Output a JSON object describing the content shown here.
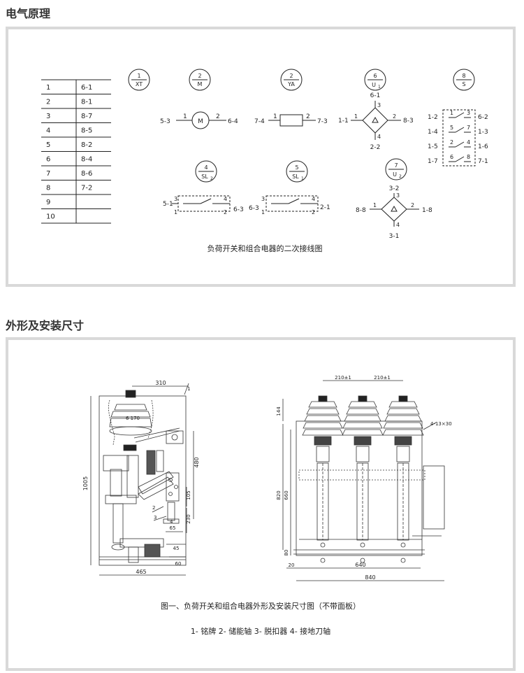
{
  "section1": {
    "title": "电气原理"
  },
  "section2": {
    "title": "外形及安装尺寸"
  },
  "terminal_table": {
    "rows": [
      [
        "1",
        "6-1"
      ],
      [
        "2",
        "8-1"
      ],
      [
        "3",
        "8-7"
      ],
      [
        "4",
        "8-5"
      ],
      [
        "5",
        "8-2"
      ],
      [
        "6",
        "8-4"
      ],
      [
        "7",
        "8-6"
      ],
      [
        "8",
        "7-2"
      ],
      [
        "9",
        ""
      ],
      [
        "10",
        ""
      ]
    ]
  },
  "symbols": {
    "xt": {
      "num": "1",
      "label": "XT"
    },
    "m": {
      "num": "2",
      "label": "M",
      "left": "5-3",
      "t1": "1",
      "center": "M",
      "t2": "2",
      "right": "6-4"
    },
    "ya": {
      "num": "2",
      "label": "YA",
      "left": "7-4",
      "t1": "1",
      "t2": "2",
      "right": "7-3"
    },
    "u1": {
      "num": "6",
      "label": "U",
      "sub": "1",
      "top": "6-1",
      "t3": "3",
      "left": "1-1",
      "t1": "1",
      "t2": "2",
      "right": "8-3",
      "t4": "4",
      "bottom": "2-2"
    },
    "s": {
      "num": "8",
      "label": "S",
      "rows": [
        {
          "l": "1-2",
          "a": "1",
          "b": "3",
          "r": "6-2"
        },
        {
          "l": "1-4",
          "a": "5",
          "b": "7",
          "r": "1-3"
        },
        {
          "l": "1-5",
          "a": "2",
          "b": "4",
          "r": "1-6"
        },
        {
          "l": "1-7",
          "a": "6",
          "b": "8",
          "r": "7-1"
        }
      ]
    },
    "sl2": {
      "num": "4",
      "label": "SL",
      "sub": "2",
      "left": "5-1",
      "t3": "3",
      "t4": "4",
      "t1": "1",
      "t2": "2",
      "right": "6-3"
    },
    "sl1": {
      "num": "5",
      "label": "SL",
      "sub": "1",
      "left": "6-3",
      "t3": "3",
      "t4": "4",
      "t1": "1",
      "t2": "2",
      "right": "2-1"
    },
    "u2": {
      "num": "7",
      "label": "U",
      "sub": "2",
      "top": "3-2",
      "t3": "3",
      "left": "8-8",
      "t1": "1",
      "t2": "2",
      "right": "1-8",
      "t4": "4",
      "bottom": "3-1"
    }
  },
  "caption1": "负荷开关和组合电器的二次接线图",
  "dimensions": {
    "left": {
      "d310": "310",
      "d170": "6 170",
      "d480": "480",
      "d1005": "1005",
      "d105": "105",
      "d230": "230",
      "d65": "65",
      "d45": "45",
      "d60": "60",
      "d465": "465",
      "l1": "1",
      "l2": "2",
      "l3": "3",
      "l4": "4"
    },
    "right": {
      "d210a": "210±1",
      "d210b": "210±1",
      "d144": "144",
      "hole": "4-13×30",
      "d820": "820",
      "d660": "660",
      "d80": "80",
      "d20": "20",
      "d640": "640",
      "d840": "840"
    }
  },
  "caption2": "图一、负荷开关和组合电器外形及安装尺寸图（不带面板）",
  "legend": "1- 铭牌 2- 储能轴 3- 脱扣器 4- 接地刀轴"
}
